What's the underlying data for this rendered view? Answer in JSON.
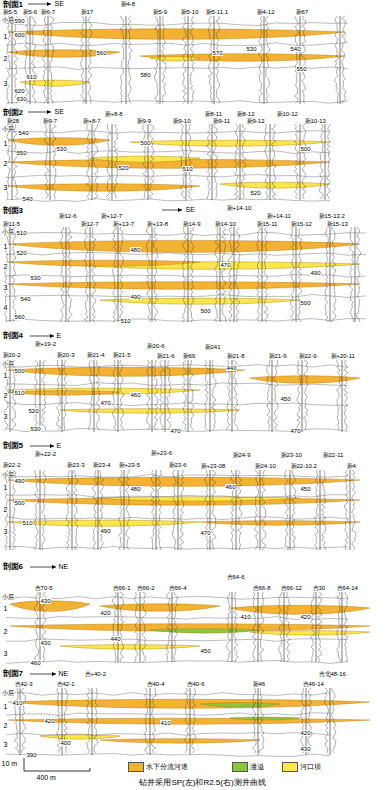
{
  "diagram": {
    "caption": "钻井采用SP(左)和R2.5(右)测井曲线",
    "labels": [
      "剖面1",
      "SE",
      "新5-5",
      "新5-6",
      "新6-7",
      "新17",
      "新4-8",
      "新5-9",
      "新5-10",
      "新5-11.1",
      "新4-12",
      "新67",
      "小层",
      "1",
      "2",
      "3",
      "590",
      "600",
      "610",
      "620",
      "630",
      "560",
      "570",
      "530",
      "540",
      "550",
      "580",
      "剖面2",
      "SE",
      "新28",
      "新9-7",
      "新+8-7",
      "新+8-8",
      "新9-9",
      "新9-10",
      "新8-11",
      "新8-12",
      "新9-11",
      "新9-12",
      "新10-12",
      "新10-13",
      "小层",
      "1",
      "2",
      "3",
      "540",
      "550",
      "530",
      "520",
      "500",
      "510",
      "520",
      "500",
      "540",
      "剖面3",
      "SE",
      "新12-6",
      "新+12-7",
      "新+14-10",
      "新+14-11",
      "新15-13.2",
      "新11-5",
      "新12-7",
      "新+13-7",
      "新+13-8",
      "新14-9",
      "新14-10",
      "新15-11",
      "新15-12",
      "新15-13",
      "小层",
      "1",
      "2",
      "3",
      "4",
      "510",
      "520",
      "530",
      "540",
      "560",
      "480",
      "470",
      "490",
      "500",
      "510",
      "500",
      "490",
      "剖面4",
      "E",
      "新+19-2",
      "新20-6",
      "新241",
      "新20-2",
      "新20-3",
      "新21-4",
      "新21-5",
      "新21-6",
      "新69",
      "新21-8",
      "新21-9",
      "新22-9",
      "新+20-11",
      "小层",
      "1",
      "2",
      "3",
      "500",
      "510",
      "520",
      "530",
      "470",
      "460",
      "470",
      "440",
      "450",
      "470",
      "剖面5",
      "E",
      "新+22-2",
      "新+23-6",
      "新24-9",
      "新23-10",
      "新22-11",
      "新22-2",
      "新23-3",
      "新23-4",
      "新+23-5",
      "新23-6",
      "新+23-08",
      "新24-10",
      "新22-10.2",
      "新4",
      "小层",
      "1",
      "2",
      "3",
      "490",
      "500",
      "510",
      "480",
      "460",
      "450",
      "470",
      "490",
      "剖面6",
      "NE",
      "吉64-6",
      "吉70-5",
      "吉66-1",
      "吉66-2",
      "吉66-4",
      "吉66-8",
      "吉66-12",
      "吉30",
      "吉64-14",
      "小层",
      "1",
      "2",
      "3",
      "430",
      "420",
      "410",
      "420",
      "430",
      "440",
      "460",
      "450",
      "剖面7",
      "NE",
      "吉+40-2",
      "吉北48-16",
      "吉42-3",
      "吉42-1",
      "吉40-4",
      "吉40-6",
      "新46",
      "吉46-14",
      "小层",
      "1",
      "2",
      "3",
      "410",
      "420",
      "400",
      "390",
      "410",
      "420",
      "430",
      "10 m",
      "400 m"
    ],
    "legend": [
      {
        "text": "水下分流河道",
        "color": "#f4b233"
      },
      {
        "text": "漫溢",
        "color": "#8cc63f"
      },
      {
        "text": "河口坝",
        "color": "#fbe74a"
      }
    ]
  }
}
